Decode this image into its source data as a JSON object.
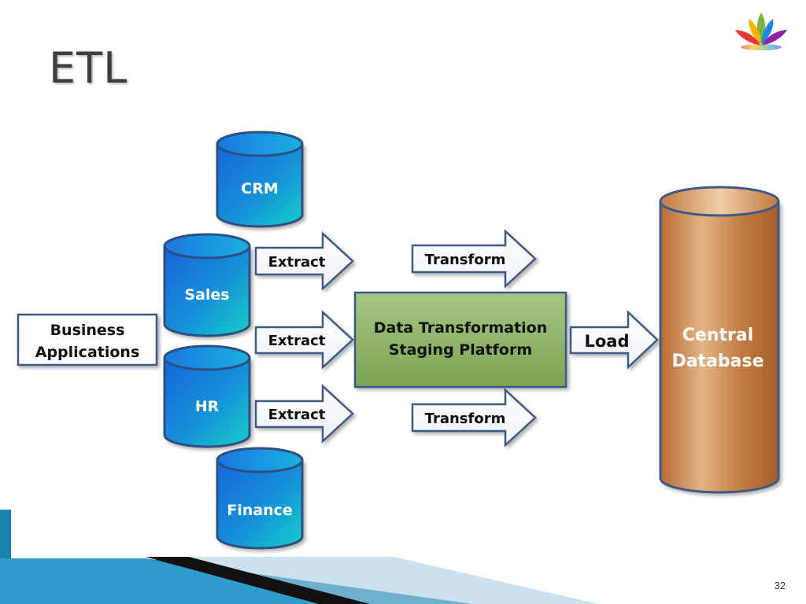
{
  "slide": {
    "title": "ETL",
    "page_number": "32"
  },
  "diagram": {
    "source": "Business\nApplications",
    "databases": [
      "CRM",
      "Sales",
      "HR",
      "Finance"
    ],
    "extract_label": "Extract",
    "transform_label": "Transform",
    "staging": "Data Transformation\nStaging Platform",
    "load_label": "Load",
    "target": "Central\nDatabase"
  },
  "colors": {
    "db_blue": "#1e7fd8",
    "db_teal": "#13c9c9",
    "staging_green": "#8fb36a",
    "target_brown": "#c98a52",
    "outline": "#3d5a86"
  }
}
